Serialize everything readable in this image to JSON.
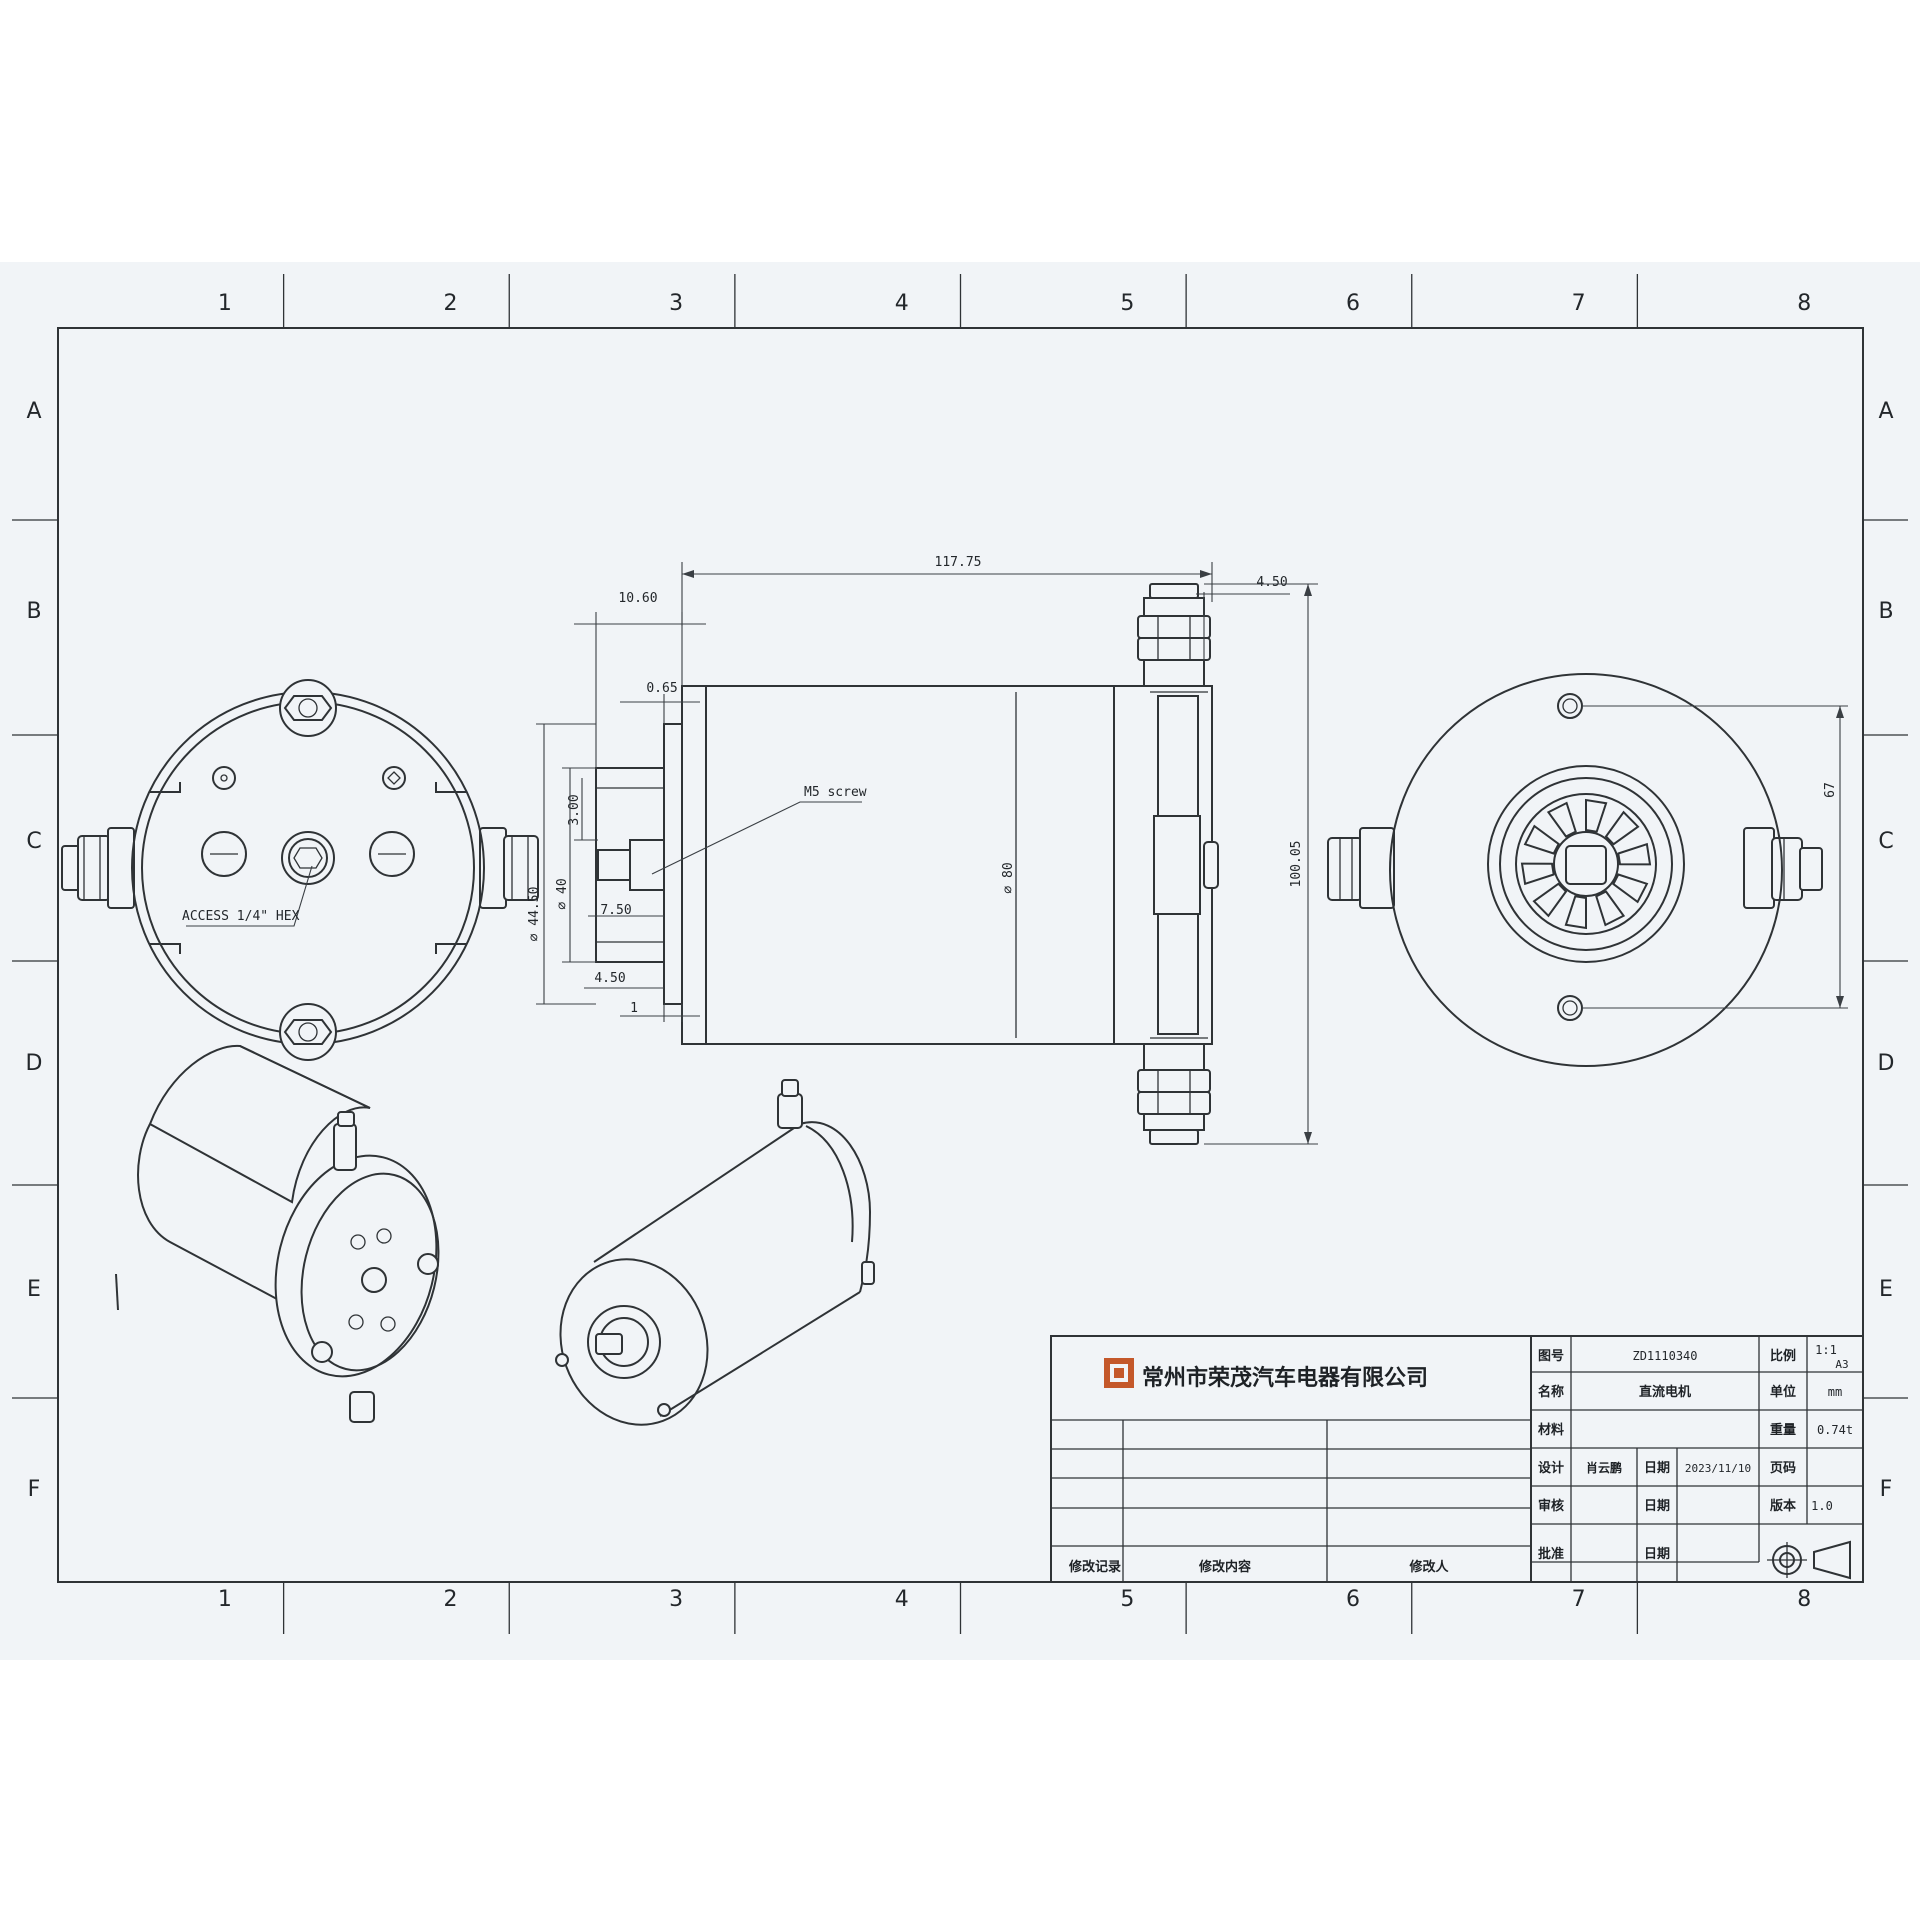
{
  "grid": {
    "columns": [
      "1",
      "2",
      "3",
      "4",
      "5",
      "6",
      "7",
      "8"
    ],
    "rows": [
      "A",
      "B",
      "C",
      "D",
      "E",
      "F"
    ]
  },
  "dimensions": {
    "overall_length": "117.75",
    "flange_offset": "10.60",
    "pilot_offset": "0.65",
    "terminal_offset": "4.50",
    "screw_label": "M5 screw",
    "shaft_height": "3.00",
    "pilot_dia": "∅ 40",
    "flange_dia": "∅ 44.50",
    "shaft_step": "7.50",
    "shaft_offset": "4.50",
    "shaft_tail": "1",
    "body_dia": "∅ 80",
    "terminal_span": "100.05",
    "hole_spacing": "67"
  },
  "callouts": {
    "access_hex": "ACCESS 1/4\" HEX"
  },
  "title_block": {
    "company": "常州市荣茂汽车电器有限公司",
    "label_drawing_no": "图号",
    "drawing_no": "ZD1110340",
    "label_name": "名称",
    "name": "直流电机",
    "label_material": "材料",
    "material": "",
    "label_design": "设计",
    "designer": "肖云鹏",
    "label_date": "日期",
    "date": "2023/11/10",
    "label_review": "审核",
    "label_approve": "批准",
    "label_scale": "比例",
    "scale": "1:1",
    "sheet_size": "A3",
    "label_unit": "单位",
    "unit": "mm",
    "label_weight": "重量",
    "weight": "0.74t",
    "label_page": "页码",
    "label_version": "版本",
    "version": "1.0",
    "label_rev_mark": "修改记录",
    "label_rev_content": "修改内容",
    "label_rev_by": "修改人",
    "label_date2": "日期",
    "label_date3": "日期"
  }
}
